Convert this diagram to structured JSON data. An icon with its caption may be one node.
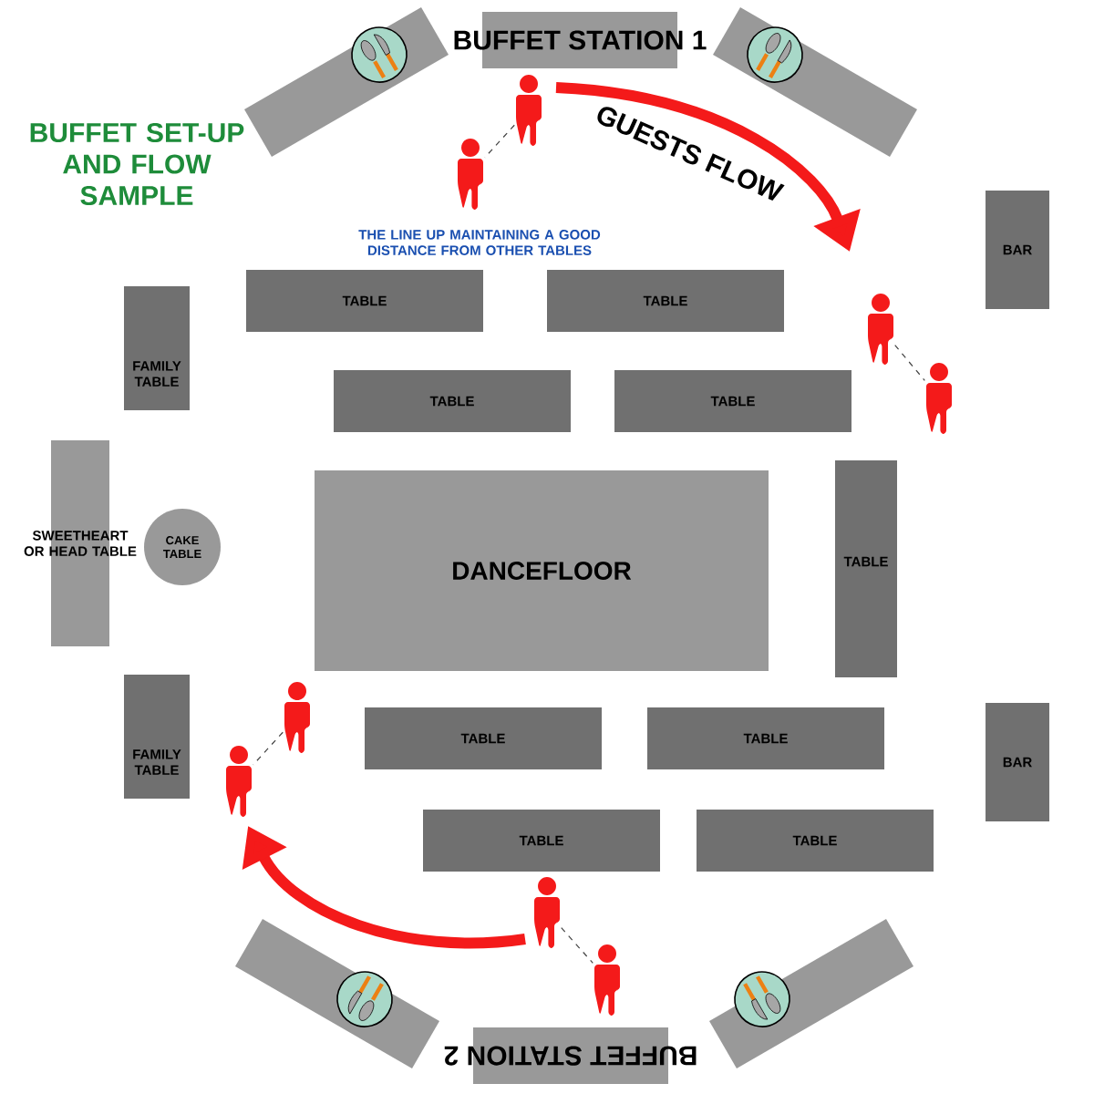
{
  "diagram": {
    "title": "BUFFET SET-UP AND FLOW SAMPLE",
    "nodes": [
      {
        "text": [],
        "shape": "box"
      },
      {
        "text": [
          "BUFFET STATION 1"
        ]
      },
      {
        "text": [],
        "shape": "box"
      },
      {
        "text": [],
        "shape": "person"
      },
      {
        "text": [],
        "shape": "person"
      },
      {
        "text": [
          "BAR"
        ]
      },
      {
        "text": [
          "TABLE"
        ]
      },
      {
        "text": [
          "TABLE"
        ]
      },
      {
        "text": [
          "FAMILY TABLE"
        ]
      },
      {
        "text": [],
        "shape": "person"
      },
      {
        "text": [],
        "shape": "person"
      },
      {
        "text": [
          "TABLE"
        ]
      },
      {
        "text": [
          "TABLE"
        ]
      },
      {
        "text": [
          "SWEETHEART OR HEAD TABLE"
        ]
      },
      {
        "text": [
          "CAKE TABLE"
        ]
      },
      {
        "text": [
          "DANCEFLOOR"
        ]
      },
      {
        "text": [
          "TABLE"
        ]
      },
      {
        "text": [
          "FAMILY TABLE"
        ]
      },
      {
        "text": [],
        "shape": "person"
      },
      {
        "text": [],
        "shape": "person"
      },
      {
        "text": [
          "TABLE"
        ]
      },
      {
        "text": [
          "TABLE"
        ]
      },
      {
        "text": [
          "BAR"
        ]
      },
      {
        "text": [
          "TABLE"
        ]
      },
      {
        "text": [
          "TABLE"
        ]
      },
      {
        "text": [],
        "shape": "person"
      },
      {
        "text": [],
        "shape": "person"
      },
      {
        "text": [],
        "shape": "box"
      },
      {
        "text": [
          "BUFFET STATION 2"
        ]
      },
      {
        "text": [],
        "shape": "box"
      }
    ],
    "edges": [
      {
        "from": 3,
        "to": 4,
        "arrow": "none",
        "style": "dashed"
      },
      {
        "from": 9,
        "to": 10,
        "arrow": "none",
        "style": "dashed"
      },
      {
        "from": 18,
        "to": 19,
        "arrow": "none",
        "style": "dashed"
      },
      {
        "from": 25,
        "to": 26,
        "arrow": "none",
        "style": "dashed"
      }
    ],
    "labels": [
      "GUESTS FLOW",
      "THE LINE UP MAINTAINING A GOOD DISTANCE FROM OTHER TABLES"
    ]
  }
}
